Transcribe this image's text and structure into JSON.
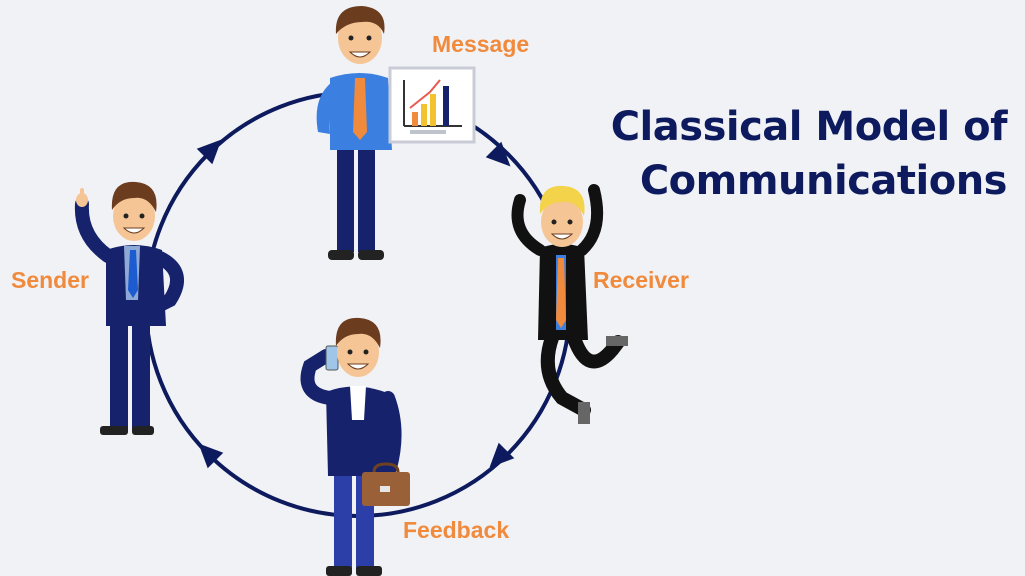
{
  "title": {
    "line1": "Classical Model of",
    "line2": "Communications"
  },
  "nodes": {
    "message": "Message",
    "receiver": "Receiver",
    "feedback": "Feedback",
    "sender": "Sender"
  },
  "colors": {
    "title": "#0d1b5e",
    "label": "#f08a3c",
    "cycle": "#0d1b5e",
    "background": "#f1f2f6"
  },
  "icons": [
    "person-presenting-chart-icon",
    "person-jumping-icon",
    "person-on-phone-with-briefcase-icon",
    "person-raising-finger-icon",
    "cycle-arrow-icon"
  ]
}
